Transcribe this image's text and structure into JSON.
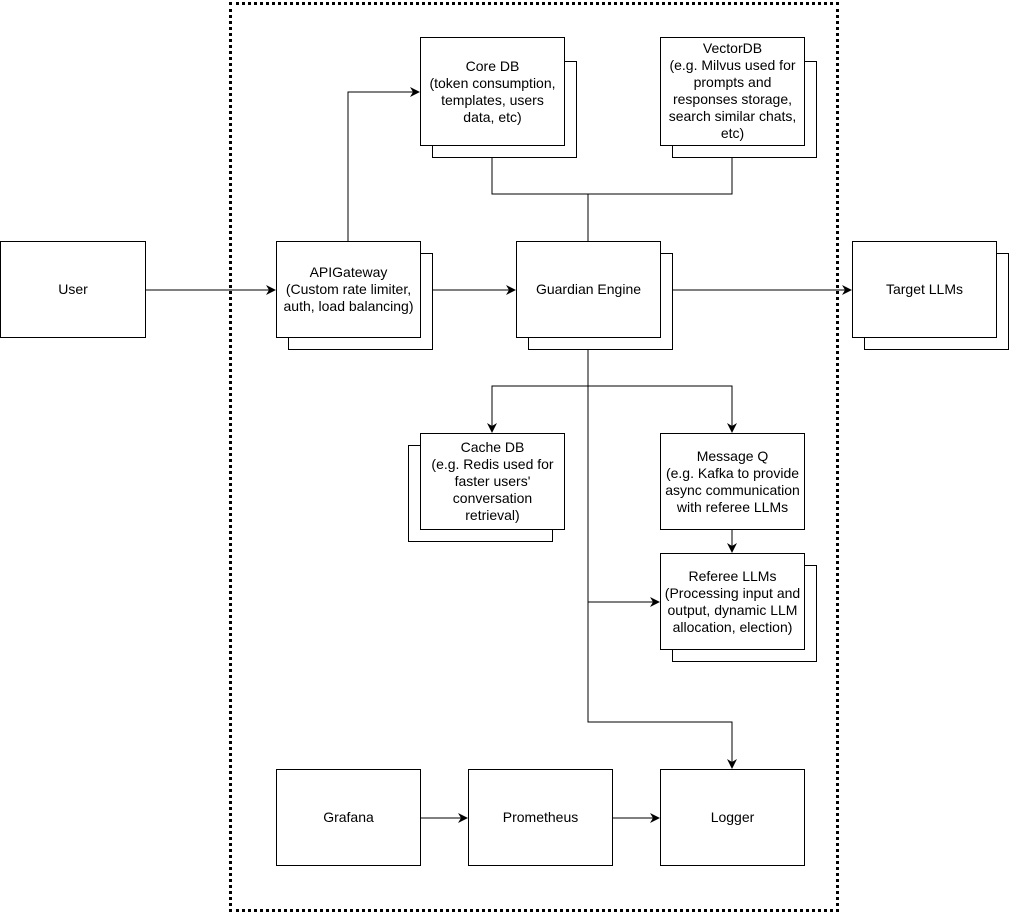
{
  "nodes": {
    "user": {
      "label": "User"
    },
    "api_gateway": {
      "label": "APIGateway\n(Custom rate limiter,\nauth, load balancing)"
    },
    "guardian_engine": {
      "label": "Guardian Engine"
    },
    "target_llms": {
      "label": "Target LLMs"
    },
    "core_db": {
      "label": "Core DB\n(token consumption,\ntemplates, users\ndata, etc)"
    },
    "vector_db": {
      "label": "VectorDB\n(e.g. Milvus used for\nprompts and\nresponses storage,\nsearch similar chats,\netc)"
    },
    "cache_db": {
      "label": "Cache DB\n(e.g. Redis used for\nfaster users'\nconversation\nretrieval)"
    },
    "message_q": {
      "label": "Message Q\n(e.g. Kafka to provide\nasync communication\nwith referee LLMs"
    },
    "referee_llms": {
      "label": "Referee LLMs\n(Processing input and\noutput, dynamic LLM\nallocation, election)"
    },
    "grafana": {
      "label": "Grafana"
    },
    "prometheus": {
      "label": "Prometheus"
    },
    "logger": {
      "label": "Logger"
    }
  },
  "edges": [
    {
      "from": "user",
      "to": "api_gateway"
    },
    {
      "from": "api_gateway",
      "to": "core_db"
    },
    {
      "from": "api_gateway",
      "to": "guardian_engine"
    },
    {
      "from": "guardian_engine",
      "to": "target_llms"
    },
    {
      "from": "guardian_engine",
      "to": "core_db"
    },
    {
      "from": "guardian_engine",
      "to": "vector_db"
    },
    {
      "from": "guardian_engine",
      "to": "cache_db"
    },
    {
      "from": "guardian_engine",
      "to": "message_q"
    },
    {
      "from": "guardian_engine",
      "to": "referee_llms"
    },
    {
      "from": "guardian_engine",
      "to": "logger"
    },
    {
      "from": "message_q",
      "to": "referee_llms"
    },
    {
      "from": "grafana",
      "to": "prometheus"
    },
    {
      "from": "prometheus",
      "to": "logger"
    }
  ],
  "boundary": {
    "style": "dotted"
  }
}
